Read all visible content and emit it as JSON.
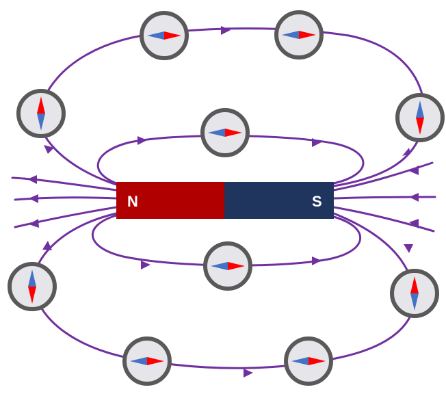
{
  "magnet": {
    "north_label": "N",
    "south_label": "S",
    "north_color": "#b00000",
    "south_color": "#1f355e"
  },
  "field_line_color": "#7030a0",
  "compass": {
    "north_needle_color": "#ff0000",
    "south_needle_color": "#4472c4",
    "face_color": "#e5e5ea",
    "rim_color": "#595959"
  },
  "compasses": [
    {
      "name": "compass-top-left",
      "direction": "east"
    },
    {
      "name": "compass-top-right",
      "direction": "east"
    },
    {
      "name": "compass-outer-left-upper",
      "direction": "north"
    },
    {
      "name": "compass-outer-right-upper",
      "direction": "south"
    },
    {
      "name": "compass-inner-top",
      "direction": "east"
    },
    {
      "name": "compass-inner-bottom",
      "direction": "east"
    },
    {
      "name": "compass-outer-left-lower",
      "direction": "south"
    },
    {
      "name": "compass-outer-right-lower",
      "direction": "north"
    },
    {
      "name": "compass-bottom-left",
      "direction": "east"
    },
    {
      "name": "compass-bottom-right",
      "direction": "east"
    }
  ]
}
